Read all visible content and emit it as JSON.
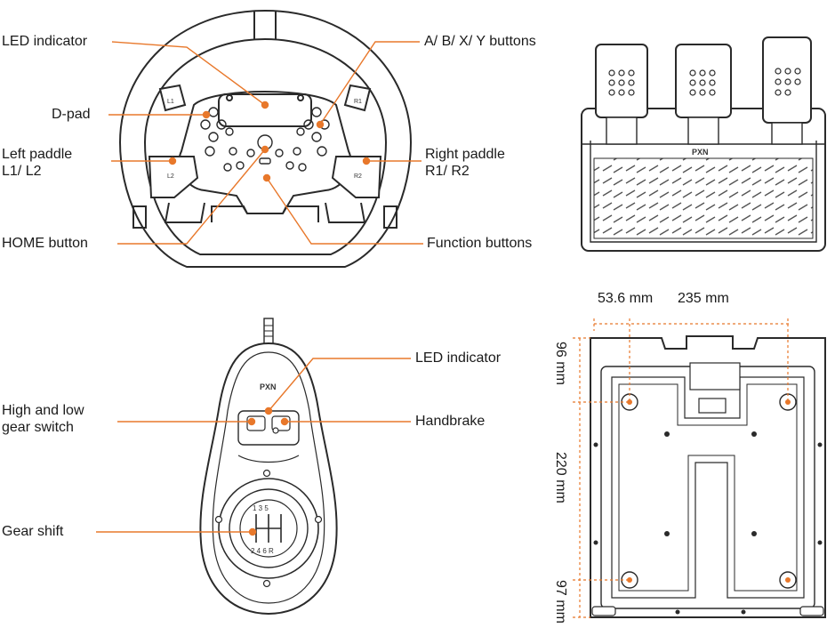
{
  "wheel": {
    "led": "LED indicator",
    "abxy": "A/ B/ X/ Y buttons",
    "dpad": "D-pad",
    "left_paddle_1": "Left paddle",
    "left_paddle_2": "L1/ L2",
    "right_paddle_1": "Right paddle",
    "right_paddle_2": "R1/ R2",
    "home": "HOME button",
    "function": "Function buttons",
    "l1": "L1",
    "l2": "L2",
    "r1": "R1",
    "r2": "R2"
  },
  "pedals": {
    "brand": "PXN"
  },
  "shifter": {
    "led": "LED indicator",
    "gear_switch_1": "High and low",
    "gear_switch_2": "gear switch",
    "handbrake": "Handbrake",
    "gear_shift": "Gear shift",
    "brand": "PXN",
    "pattern_top": "1 3 5",
    "pattern_bottom": "2 4 6 R"
  },
  "base": {
    "dim_left": "53.6 mm",
    "dim_span": "235 mm",
    "dim_top": "96 mm",
    "dim_mid": "220 mm",
    "dim_bottom": "97 mm"
  },
  "colors": {
    "accent": "#e8782b",
    "outline": "#2a2a2a"
  }
}
